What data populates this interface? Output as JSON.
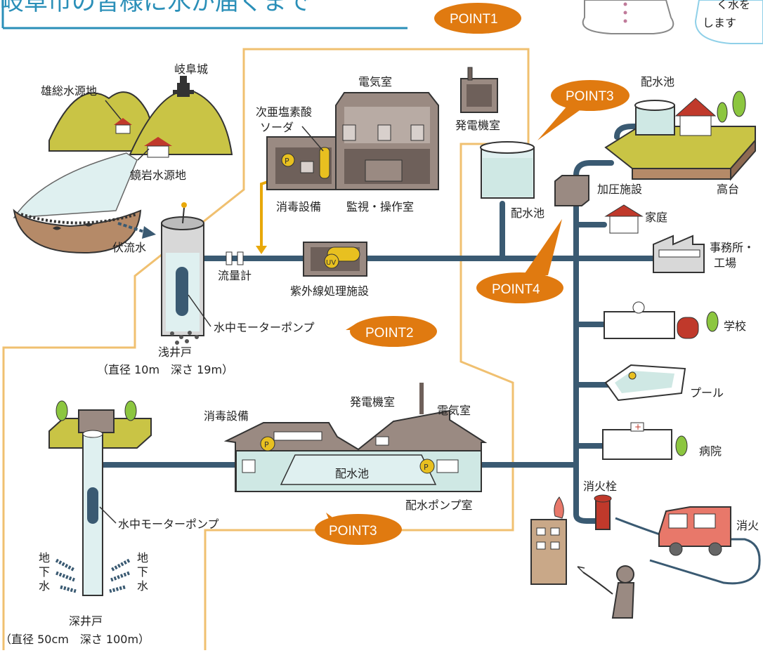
{
  "title": "岐阜市の皆様に水が届くまで",
  "bubble_text": [
    "く水を",
    "します"
  ],
  "points": {
    "p1": "POINT1",
    "p2": "POINT2",
    "p3_top": "POINT3",
    "p3_bottom": "POINT3",
    "p4": "POINT4"
  },
  "labels": {
    "gifu_castle": "岐阜城",
    "oso_source": "雄総水源地",
    "kagami_source": "鏡岩水源地",
    "underflow": "伏流水",
    "electric_room_top": "電気室",
    "generator_room_top": "発電機室",
    "sodium_line1": "次亜塩素酸",
    "sodium_line2": "ソーダ",
    "disinfection_top": "消毒設備",
    "monitor_room": "監視・操作室",
    "flow_meter": "流量計",
    "uv_facility": "紫外線処理施設",
    "uv_mark": "UV",
    "pump_mark": "P",
    "submersible_top": "水中モーターポンプ",
    "shallow_well": "浅井戸",
    "shallow_well_size": "（直径 10m　深さ 19m）",
    "reservoir_mid": "配水池",
    "reservoir_hill": "配水池",
    "booster": "加圧施設",
    "hill": "高台",
    "home": "家庭",
    "office_line1": "事務所・",
    "office_line2": "工場",
    "school": "学校",
    "pool": "プール",
    "hospital": "病院",
    "hydrant": "消火栓",
    "firetruck": "消火",
    "disinfection_bottom": "消毒設備",
    "generator_room_bottom": "発電機室",
    "electric_room_bottom": "電気室",
    "reservoir_bottom": "配水池",
    "pump_room": "配水ポンプ室",
    "submersible_bottom": "水中モーターポンプ",
    "groundwater_chars": [
      "地",
      "下",
      "水"
    ],
    "deep_well": "深井戸",
    "deep_well_size": "（直径 50cm　深さ 100m）"
  },
  "colors": {
    "title": "#2a8fb8",
    "pipe": "#3a5a72",
    "building": "#9a8a82",
    "building_dark": "#6e605a",
    "water": "#cfe8e4",
    "point": "#e07a10",
    "outline": "#f0c070",
    "hill": "#c9c445",
    "tree": "#8cc63f"
  }
}
